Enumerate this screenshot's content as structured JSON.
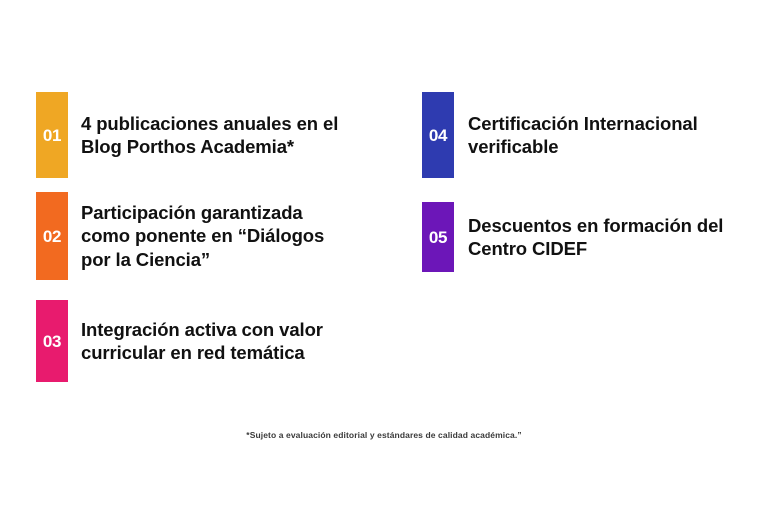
{
  "slide": {
    "background_color": "#ffffff",
    "text_color": "#111111"
  },
  "columns": {
    "left": {
      "items": [
        {
          "number": "01",
          "color": "#EFA724",
          "text": "4 publicaciones anuales en el\nBlog Porthos Academia*"
        },
        {
          "number": "02",
          "color": "#F26A20",
          "text": "Participación garantizada\ncomo ponente en “Diálogos\npor la Ciencia”"
        },
        {
          "number": "03",
          "color": "#E81B6E",
          "text": "Integración activa con valor\ncurricular en red temática"
        }
      ]
    },
    "right": {
      "items": [
        {
          "number": "04",
          "color": "#2E3BB0",
          "text": "Certificación Internacional\nverificable"
        },
        {
          "number": "05",
          "color": "#6C16B8",
          "text": "Descuentos en formación del\nCentro CIDEF"
        }
      ]
    }
  },
  "footnote": {
    "text": "*Sujeto a evaluación editorial y estándares de calidad académica.”",
    "color": "#3a3a3a"
  }
}
